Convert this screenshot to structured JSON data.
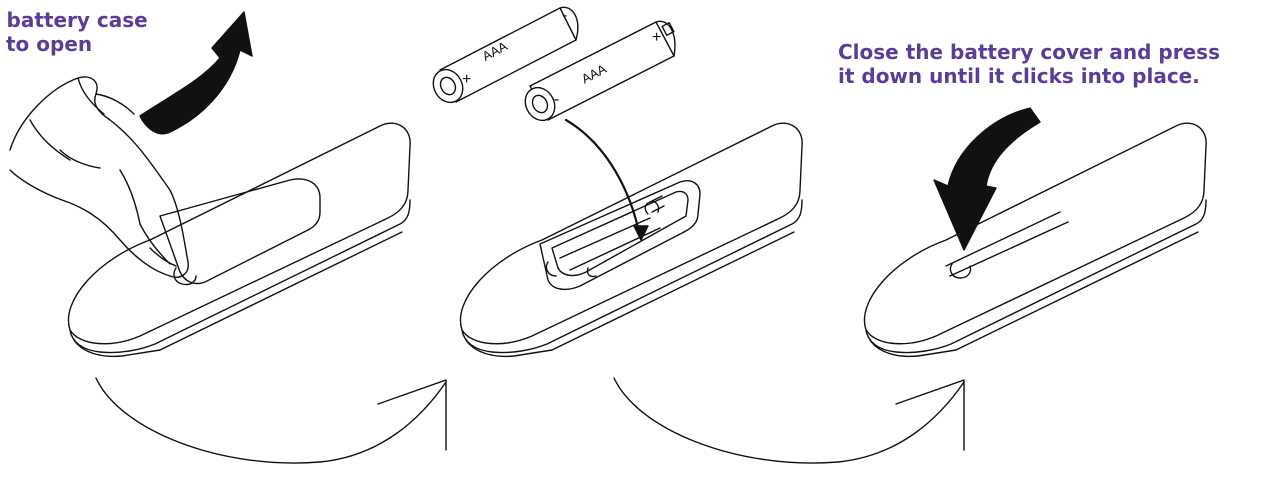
{
  "steps": [
    {
      "caption_lines": [
        "e battery case",
        "to open"
      ]
    },
    {
      "battery_labels": [
        {
          "text": "AAA",
          "plus": "+",
          "minus": "-"
        },
        {
          "text": "AAA",
          "plus": "+",
          "minus": "-"
        }
      ]
    },
    {
      "caption_lines": [
        "Close the battery cover and press",
        "it down until it clicks into place."
      ]
    }
  ],
  "colors": {
    "caption": "#5b3d98",
    "line": "#111111",
    "arrow_fill": "#111111"
  }
}
